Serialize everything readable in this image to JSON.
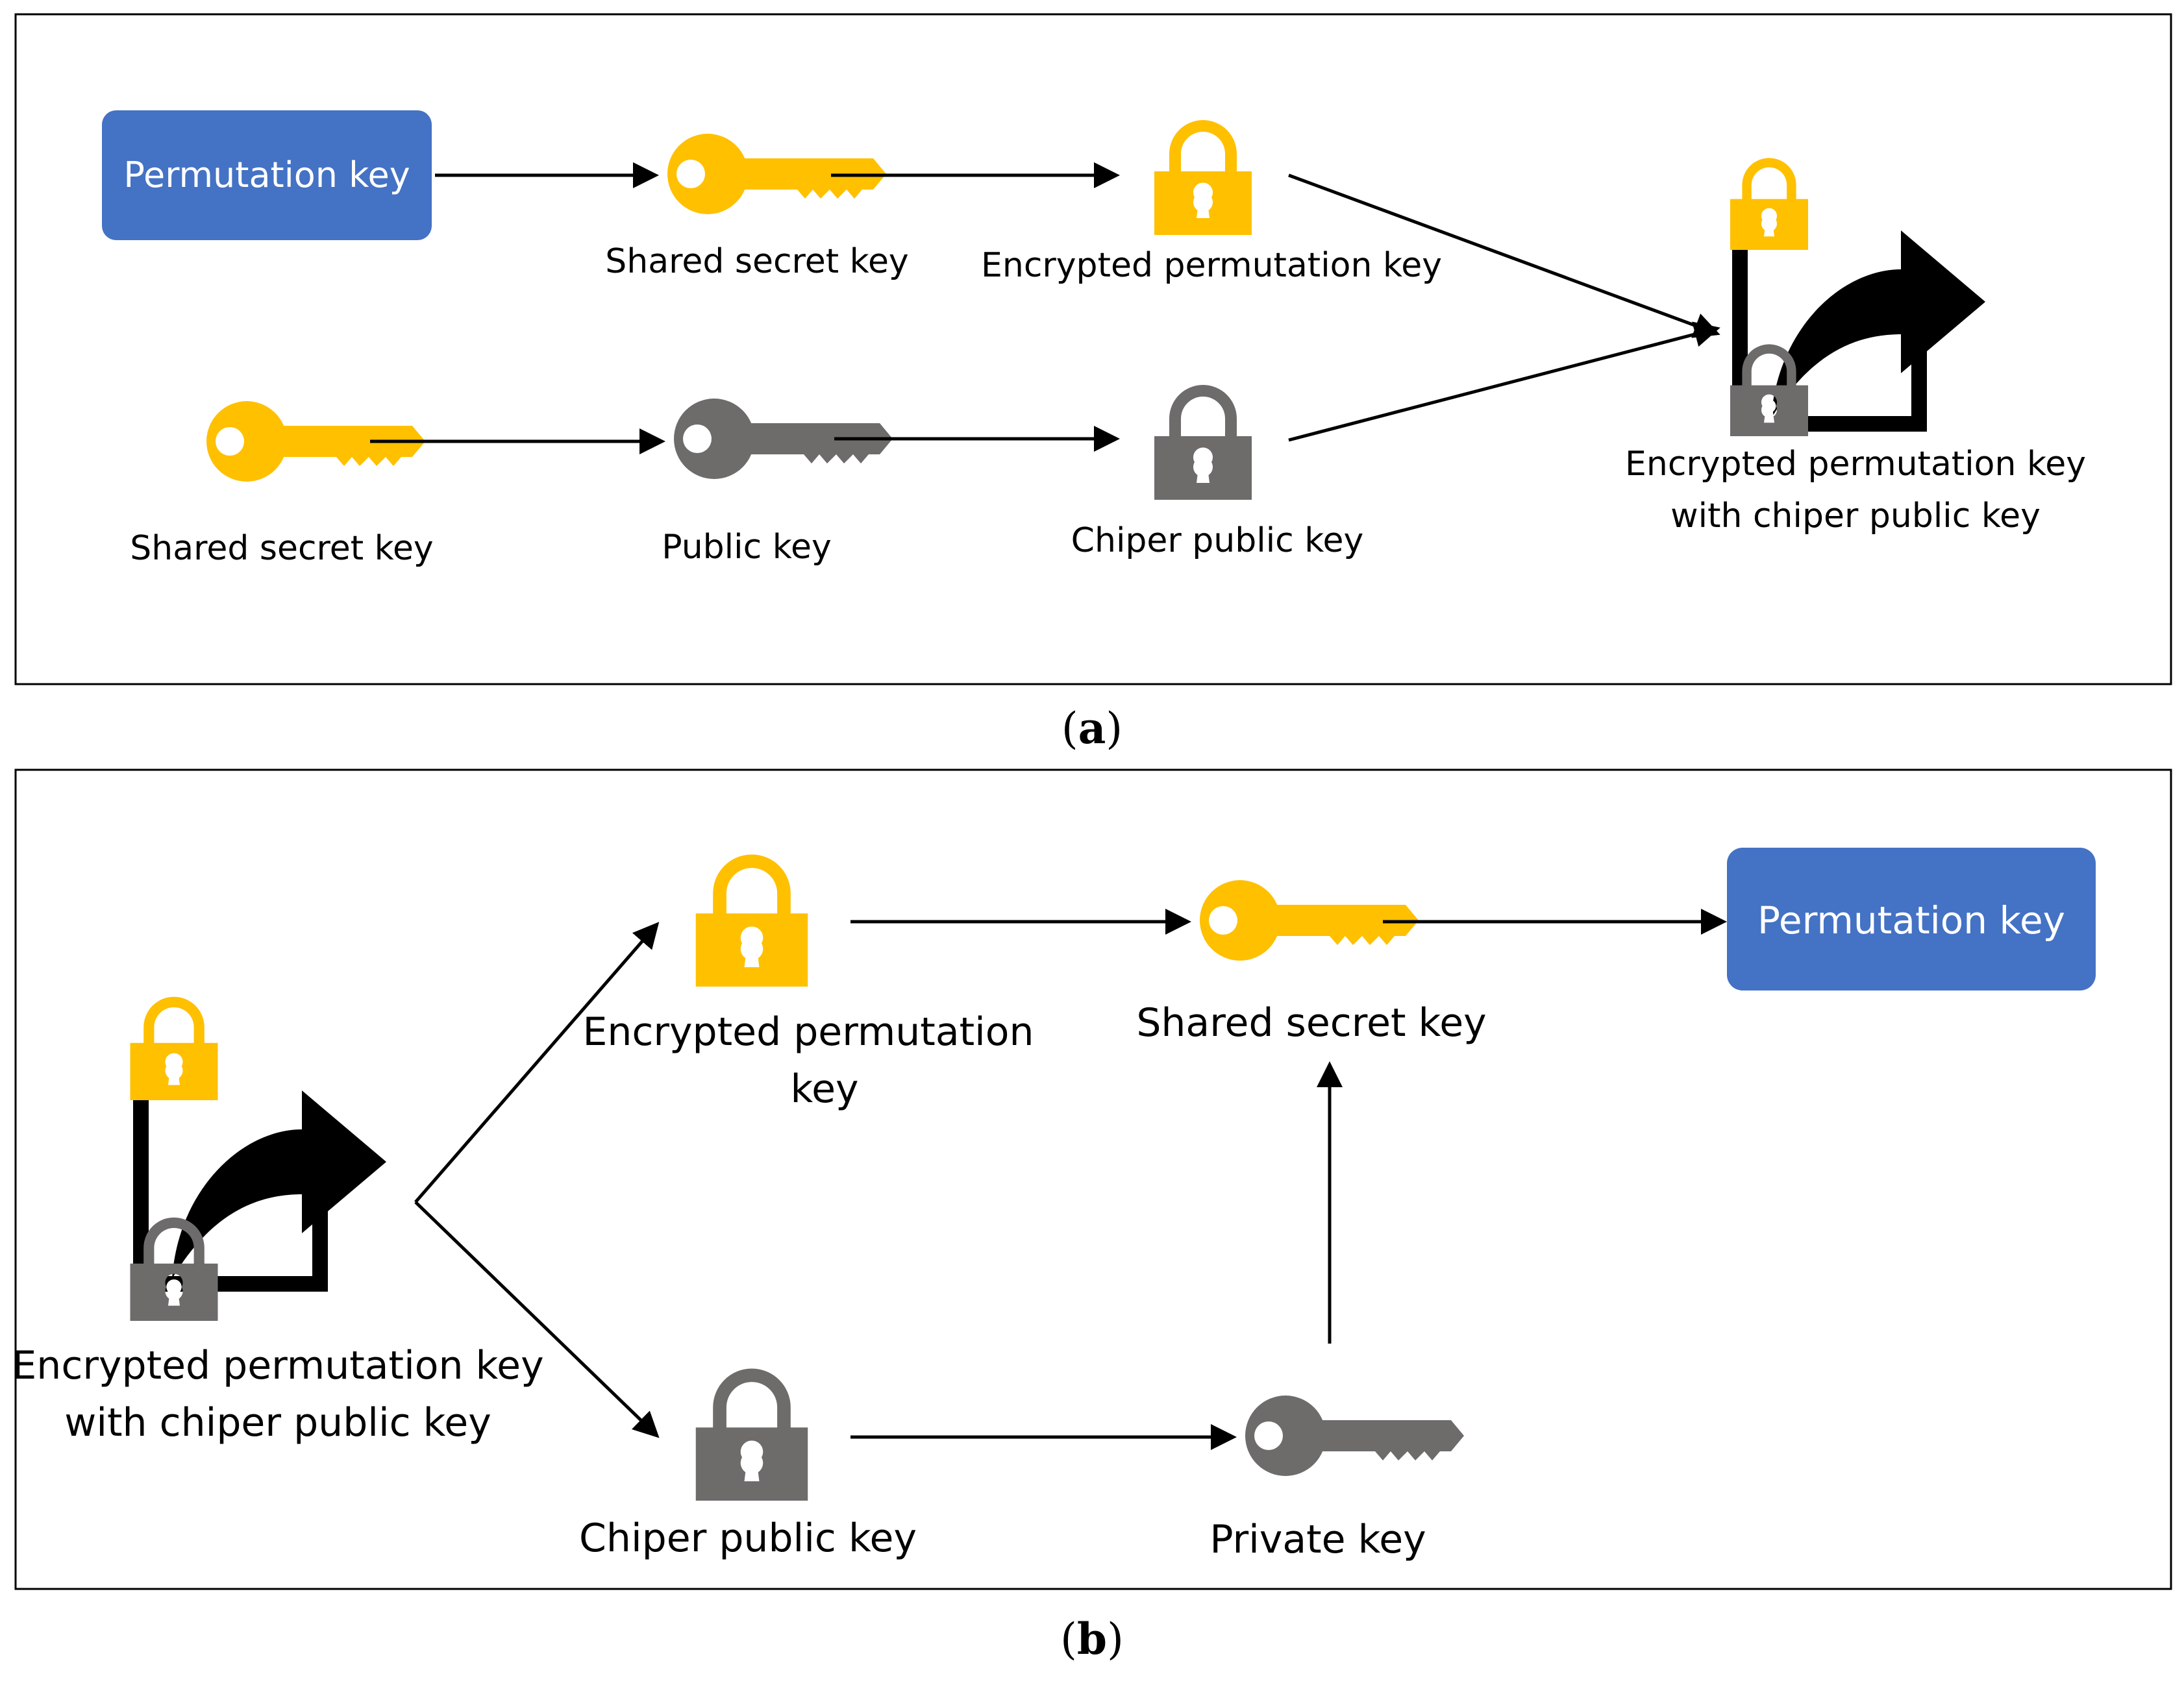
{
  "colors": {
    "blue_box": "#4472C4",
    "gold": "#FFC000",
    "gray": "#6E6B6B",
    "black": "#000000"
  },
  "icons": {
    "key": "key-icon",
    "lock": "padlock-icon",
    "share": "share-arrow-icon"
  },
  "panel_a": {
    "caption_open": "(",
    "caption_letter": "a",
    "caption_close": ")",
    "permutation_key": "Permutation key",
    "shared_secret_key_top": "Shared secret key",
    "encrypted_permutation_key": "Encrypted permutation key",
    "shared_secret_key_bottom": "Shared secret key",
    "public_key": "Public key",
    "chiper_public_key": "Chiper public key",
    "result_line1": "Encrypted permutation key",
    "result_line2": "with chiper public key"
  },
  "panel_b": {
    "caption_open": "(",
    "caption_letter": "b",
    "caption_close": ")",
    "source_line1": "Encrypted permutation key",
    "source_line2": "with chiper public key",
    "encrypted_line1": "Encrypted permutation",
    "encrypted_line2": "key",
    "shared_secret_key": "Shared secret key",
    "permutation_key": "Permutation key",
    "chiper_public_key": "Chiper public key",
    "private_key": "Private key"
  }
}
